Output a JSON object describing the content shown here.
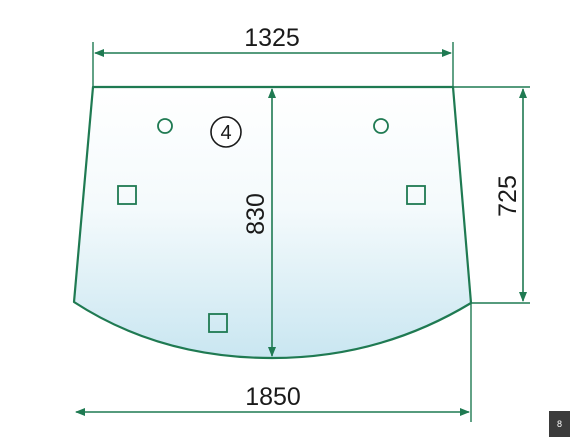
{
  "dimensions": {
    "top_width": "1325",
    "bottom_width": "1850",
    "total_height": "830",
    "side_height": "725"
  },
  "part_number": "4",
  "corner_tag": "8",
  "colors": {
    "outline": "#1f7a52",
    "glass_top": "#ffffff",
    "glass_bottom": "#c9e6f1",
    "text": "#1a1a1a"
  }
}
